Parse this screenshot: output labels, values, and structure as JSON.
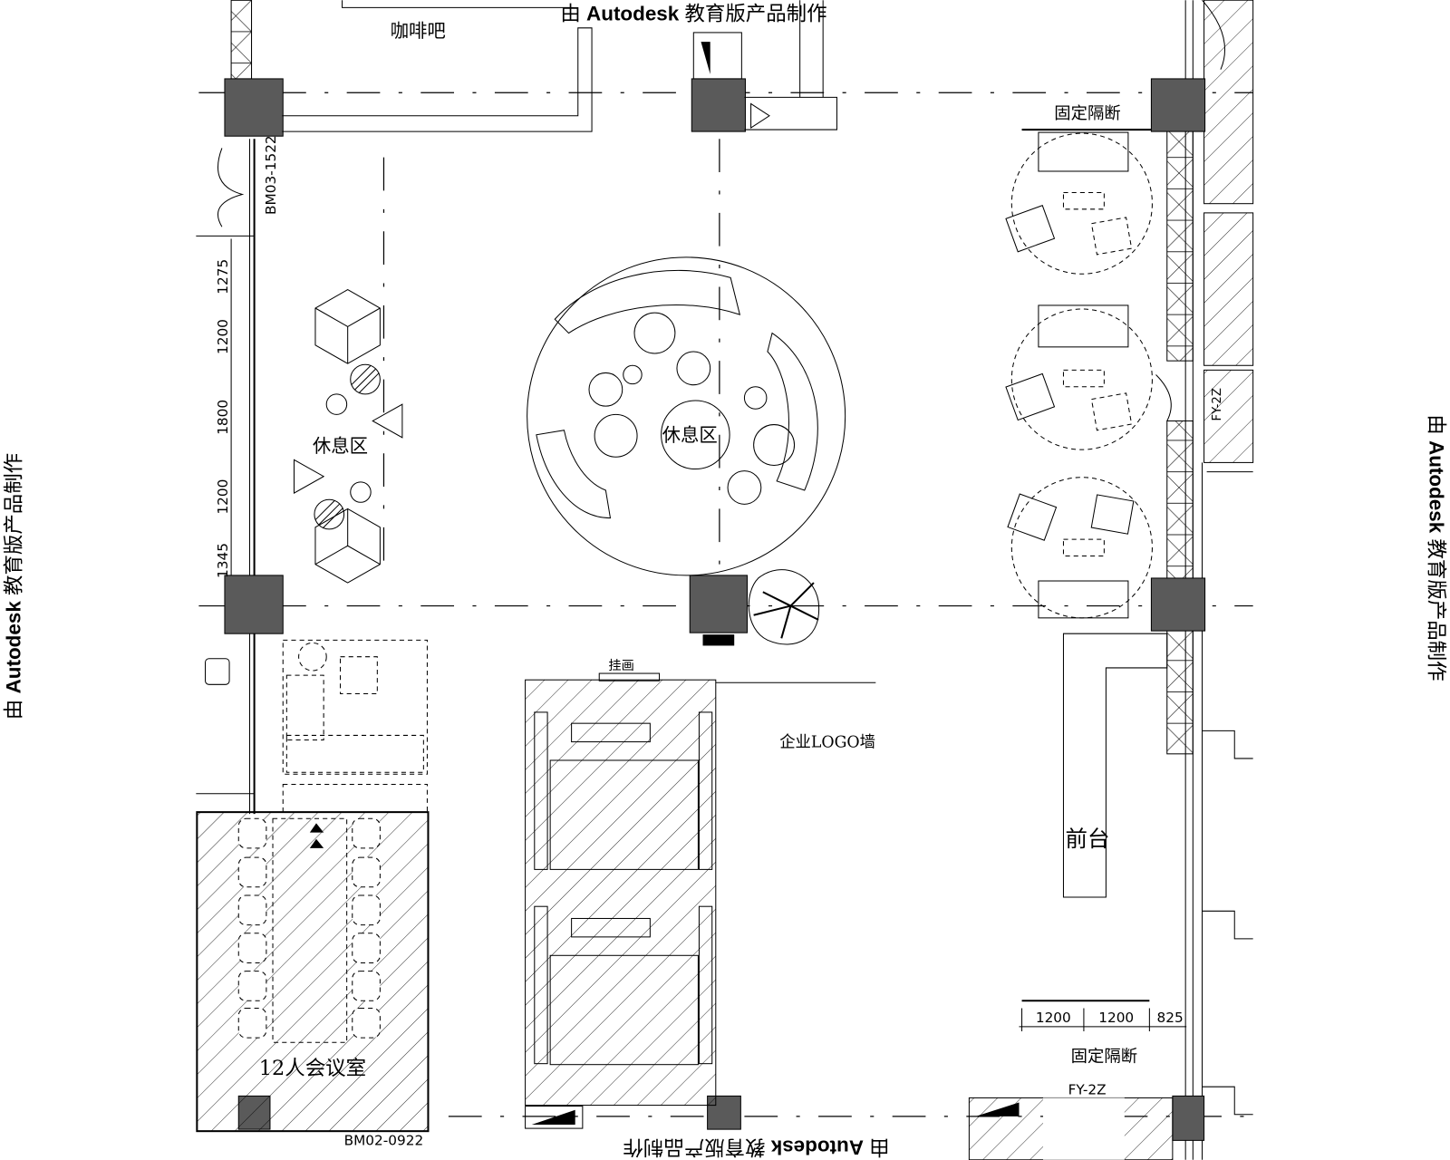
{
  "watermark": {
    "prefix": "由 ",
    "brand": "Autodesk",
    "suffix": " 教育版产品制作"
  },
  "rooms": {
    "cafe": "咖啡吧",
    "lounge_left": "休息区",
    "lounge_center": "休息区",
    "logo_wall": "企业LOGO墙",
    "reception": "前台",
    "meeting": "12人会议室",
    "partition_top": "固定隔断",
    "partition_bottom": "固定隔断",
    "painting": "挂画"
  },
  "tags": {
    "door_left": "BM03-1522",
    "door_bottom": "BM02-0922",
    "fy_right": "FY-2Z",
    "fy_bottom": "FY-2Z"
  },
  "dimensions": {
    "left": [
      "1275",
      "1200",
      "1800",
      "1200",
      "1345"
    ],
    "bottom": [
      "1200",
      "1200",
      "825"
    ]
  }
}
